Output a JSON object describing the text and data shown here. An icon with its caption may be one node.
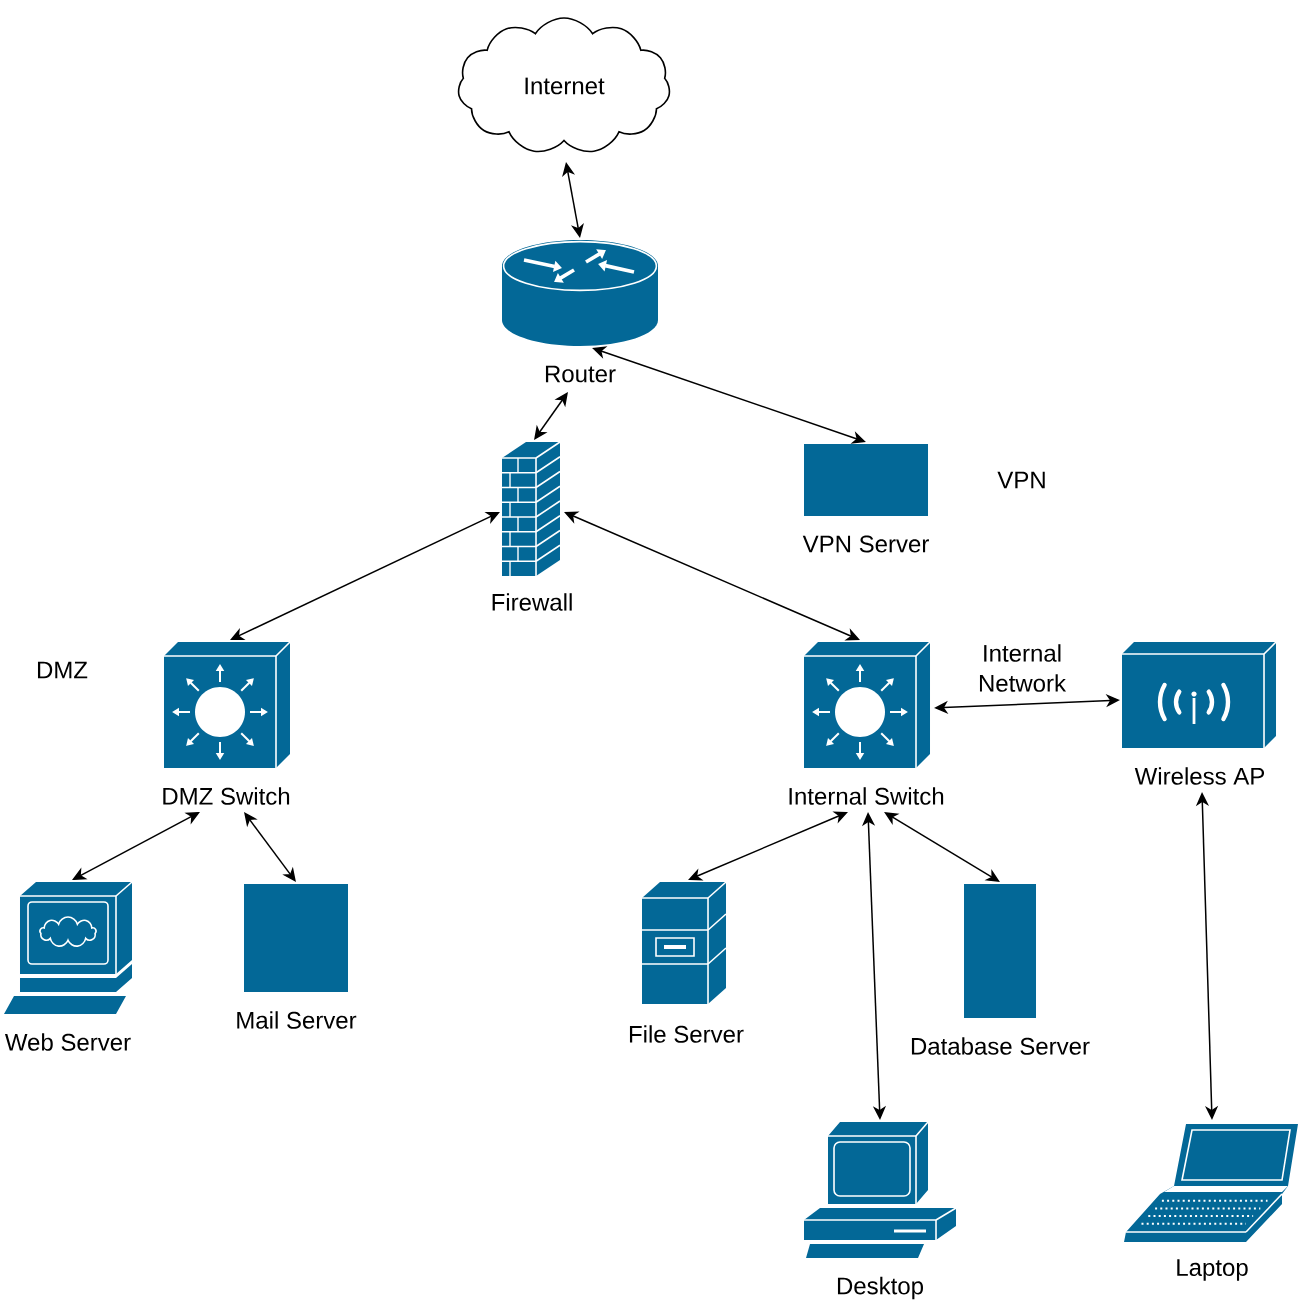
{
  "diagram": {
    "nodes": [
      {
        "text": [
          "Internet"
        ]
      },
      {
        "text": [
          "Router"
        ]
      },
      {
        "text": [
          "Firewall"
        ]
      },
      {
        "text": [
          "VPN Server"
        ]
      },
      {
        "text": [
          "DMZ Switch"
        ]
      },
      {
        "text": [
          "Internal Switch"
        ]
      },
      {
        "text": [
          "Wireless AP"
        ]
      },
      {
        "text": [
          "Web Server"
        ]
      },
      {
        "text": [
          "Mail Server"
        ]
      },
      {
        "text": [
          "File Server"
        ]
      },
      {
        "text": [
          "Database Server"
        ]
      },
      {
        "text": [
          "Desktop"
        ]
      },
      {
        "text": [
          "Laptop"
        ]
      }
    ],
    "edges": [
      {
        "from": 0,
        "to": 1,
        "arrow": "both"
      },
      {
        "from": 1,
        "to": 2,
        "arrow": "both"
      },
      {
        "from": 1,
        "to": 3,
        "arrow": "both"
      },
      {
        "from": 2,
        "to": 4,
        "arrow": "both"
      },
      {
        "from": 2,
        "to": 5,
        "arrow": "both"
      },
      {
        "from": 5,
        "to": 6,
        "arrow": "both"
      },
      {
        "from": 4,
        "to": 7,
        "arrow": "both"
      },
      {
        "from": 4,
        "to": 8,
        "arrow": "both"
      },
      {
        "from": 5,
        "to": 9,
        "arrow": "both"
      },
      {
        "from": 5,
        "to": 10,
        "arrow": "both"
      },
      {
        "from": 5,
        "to": 11,
        "arrow": "both"
      },
      {
        "from": 6,
        "to": 12,
        "arrow": "both"
      }
    ],
    "labels": [
      "VPN",
      "DMZ",
      "Internal Network"
    ]
  }
}
